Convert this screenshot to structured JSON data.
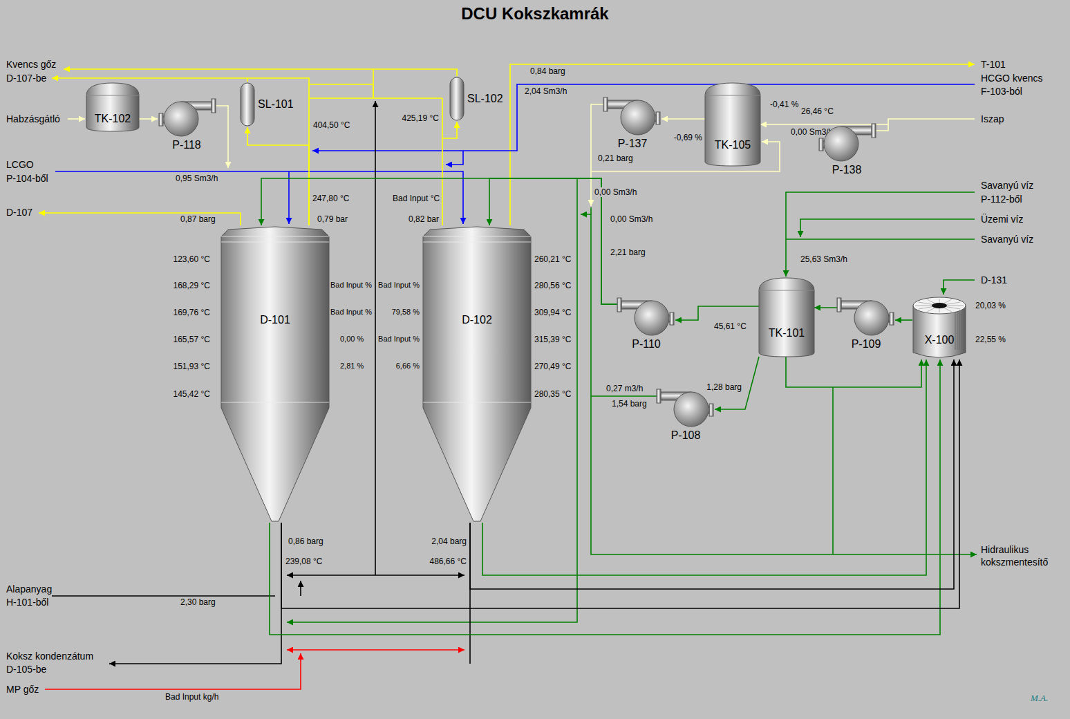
{
  "diagram": {
    "title": "DCU Kokszkamrák",
    "nodes": [
      {
        "text": [
          "TK-102"
        ]
      },
      {
        "text": [
          "P-118"
        ]
      },
      {
        "text": [
          "SL-101"
        ]
      },
      {
        "text": [
          "SL-102"
        ]
      },
      {
        "text": [
          "D-101"
        ]
      },
      {
        "text": [
          "D-102"
        ]
      },
      {
        "text": [
          "P-137"
        ]
      },
      {
        "text": [
          "TK-105"
        ]
      },
      {
        "text": [
          "P-138"
        ]
      },
      {
        "text": [
          "TK-101"
        ]
      },
      {
        "text": [
          "P-110"
        ]
      },
      {
        "text": [
          "P-109"
        ]
      },
      {
        "text": [
          "X-100"
        ]
      },
      {
        "text": [
          "P-108"
        ]
      }
    ],
    "edges": [
      {
        "from": 0,
        "to": 1,
        "arrow": "to"
      },
      {
        "from": 4,
        "to": 2,
        "arrow": "to"
      },
      {
        "from": 5,
        "to": 3,
        "arrow": "to"
      },
      {
        "from": 7,
        "to": 6,
        "arrow": "to"
      },
      {
        "from": 8,
        "to": 7,
        "arrow": "to"
      },
      {
        "from": 12,
        "to": 11,
        "arrow": "to"
      },
      {
        "from": 11,
        "to": 9,
        "arrow": "to"
      },
      {
        "from": 9,
        "to": 10,
        "arrow": "to"
      },
      {
        "from": 9,
        "to": 13,
        "arrow": "to"
      },
      {
        "from": 10,
        "to": 4,
        "arrow": "to"
      },
      {
        "from": 10,
        "to": 5,
        "arrow": "to"
      },
      {
        "from": 4,
        "to": 12,
        "arrow": "to"
      },
      {
        "from": 5,
        "to": 12,
        "arrow": "to"
      },
      {
        "from": 4,
        "to": 12,
        "arrow": "to"
      },
      {
        "from": 5,
        "to": 12,
        "arrow": "to"
      },
      {
        "from": 9,
        "to": 12,
        "arrow": "to"
      }
    ],
    "labels": [
      "Kvencs gőz",
      "D-107-be",
      "Habzásgátló",
      "LCGO",
      "P-104-ből",
      "D-107",
      "0,95 Sm3/h",
      "0,87 barg",
      "404,50 °C",
      "247,80 °C",
      "0,79 bar",
      "425,19 °C",
      "Bad Input °C",
      "0,82 bar",
      "0,84 barg",
      "2,04 Sm3/h",
      "T-101",
      "HCGO kvencs",
      "F-103-ból",
      "Iszap",
      "-0,41 %",
      "26,46 °C",
      "0,00 Sm3/h",
      "-0,69 %",
      "0,21 barg",
      "0,00 Sm3/h",
      "0,00 Sm3/h",
      "2,21 barg",
      "Savanyú víz",
      "P-112-ből",
      "Üzemi víz",
      "Savanyú víz",
      "25,63 Sm3/h",
      "D-131",
      "20,03 %",
      "22,55 %",
      "45,61 °C",
      "0,27 m3/h",
      "1,54 barg",
      "1,28 barg",
      "123,60 °C",
      "168,29 °C",
      "169,76 °C",
      "165,57 °C",
      "151,93 °C",
      "145,42 °C",
      "Bad Input %",
      "Bad Input %",
      "0,00 %",
      "2,81 %",
      "Bad Input %",
      "79,58 %",
      "Bad Input %",
      "6,66 %",
      "260,21 °C",
      "280,56 °C",
      "309,94 °C",
      "315,39 °C",
      "270,49 °C",
      "280,35 °C",
      "0,86 barg",
      "239,08 °C",
      "2,04 barg",
      "486,66 °C",
      "Alapanyag",
      "H-101-ből",
      "2,30 barg",
      "Koksz kondenzátum",
      "D-105-be",
      "MP gőz",
      "Bad Input kg/h",
      "Hidraulikus",
      "kokszmentesítő",
      "M.A."
    ]
  }
}
